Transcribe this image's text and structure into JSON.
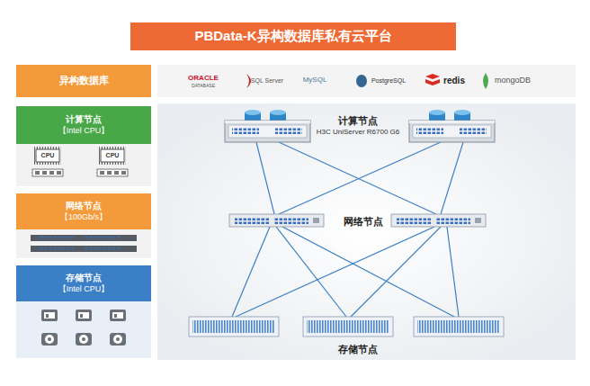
{
  "diagram": {
    "title": "PBData-K异构数据库私有云平台",
    "nodes": [
      {
        "text": [
          "异构数据库"
        ]
      },
      {
        "text": [
          "计算节点",
          "【Intel CPU】"
        ]
      },
      {
        "text": [
          "网络节点",
          "【100Gb/s】"
        ]
      },
      {
        "text": [
          "存储节点",
          "【Intel CPU】"
        ]
      }
    ],
    "labels": [
      "ORACLE",
      "DATABASE",
      "SQL Server",
      "MySQL",
      "PostgreSQL",
      "redis",
      "mongoDB",
      "CPU",
      "CPU",
      "计算节点",
      "H3C UniServer R6700 G6",
      "网络节点",
      "存储节点"
    ]
  }
}
